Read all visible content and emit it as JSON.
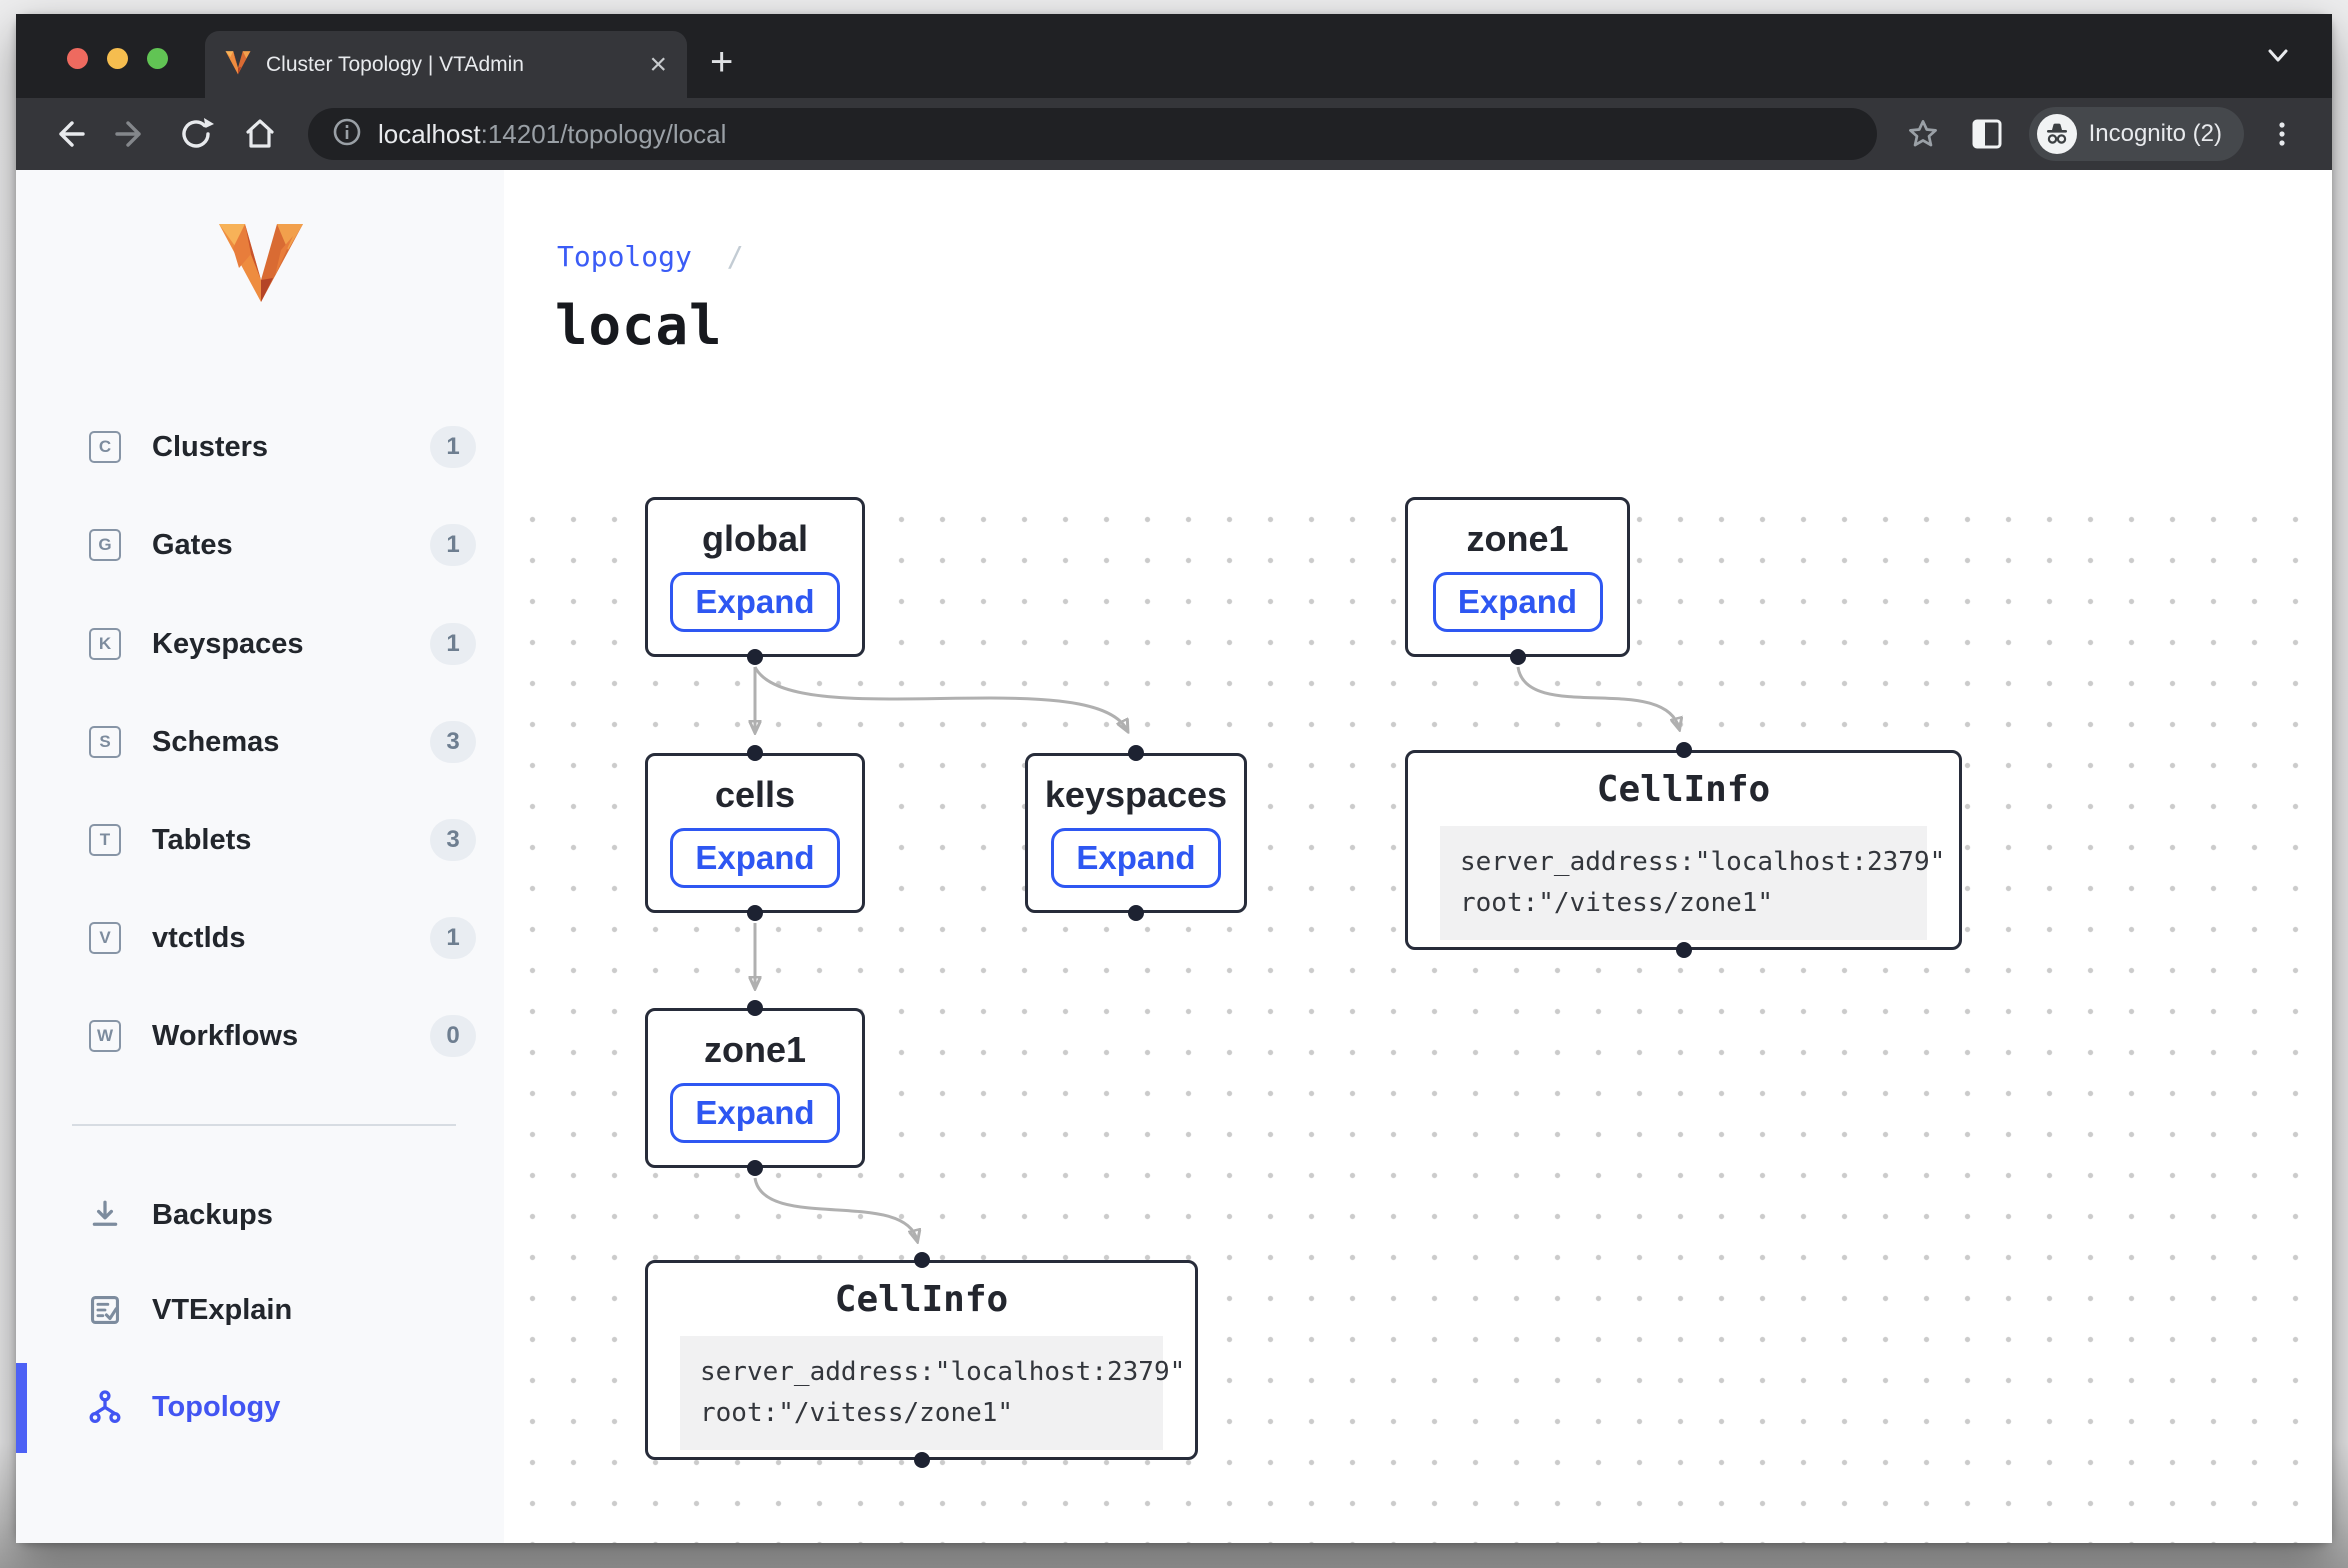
{
  "browser": {
    "tab_title": "Cluster Topology | VTAdmin",
    "new_tab_label": "+",
    "close_tab_label": "×",
    "url": {
      "host": "localhost",
      "rest": ":14201/topology/local"
    },
    "incognito_label": "Incognito (2)"
  },
  "sidebar": {
    "items": [
      {
        "letter": "C",
        "label": "Clusters",
        "count": "1"
      },
      {
        "letter": "G",
        "label": "Gates",
        "count": "1"
      },
      {
        "letter": "K",
        "label": "Keyspaces",
        "count": "1"
      },
      {
        "letter": "S",
        "label": "Schemas",
        "count": "3"
      },
      {
        "letter": "T",
        "label": "Tablets",
        "count": "3"
      },
      {
        "letter": "V",
        "label": "vtctlds",
        "count": "1"
      },
      {
        "letter": "W",
        "label": "Workflows",
        "count": "0"
      }
    ],
    "tools": [
      {
        "label": "Backups"
      },
      {
        "label": "VTExplain"
      },
      {
        "label": "Topology"
      }
    ]
  },
  "main": {
    "breadcrumb": "Topology",
    "breadcrumb_separator": "/",
    "title": "local"
  },
  "diagram": {
    "expand_label": "Expand",
    "nodes": {
      "global": {
        "title": "global"
      },
      "zone1_top": {
        "title": "zone1"
      },
      "cells": {
        "title": "cells"
      },
      "keyspaces": {
        "title": "keyspaces"
      },
      "zone1_child": {
        "title": "zone1"
      },
      "cellinfo_right": {
        "title": "CellInfo",
        "line1": "server_address:\"localhost:2379\"",
        "line2": "root:\"/vitess/zone1\""
      },
      "cellinfo_bottom": {
        "title": "CellInfo",
        "line1": "server_address:\"localhost:2379\"",
        "line2": "root:\"/vitess/zone1\""
      }
    }
  },
  "colors": {
    "accent_blue": "#2e57f2",
    "sidebar_active_blue": "#4255f2",
    "node_border": "#272c3a",
    "edge_gray": "#b0b0b0",
    "chrome_dark": "#202124",
    "chrome_mid": "#35363a"
  }
}
